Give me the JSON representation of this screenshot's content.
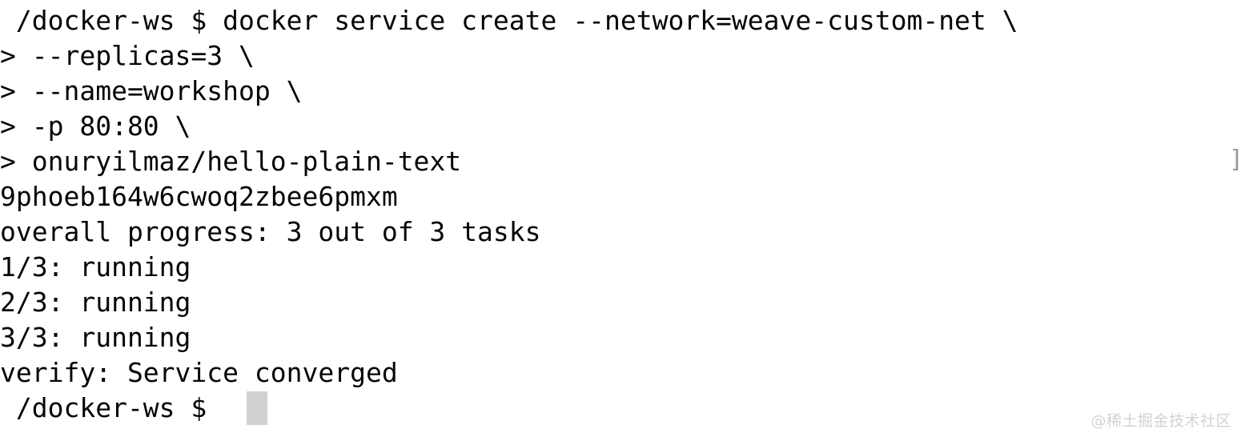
{
  "terminal": {
    "background_color": "#ffffff",
    "text_color": "#050505",
    "cursor_color": "#c9c9c9",
    "lines": [
      " /docker-ws $ docker service create --network=weave-custom-net \\",
      "> --replicas=3 \\",
      "> --name=workshop \\",
      "> -p 80:80 \\",
      "> onuryilmaz/hello-plain-text",
      "9phoeb164w6cwoq2zbee6pmxm",
      "overall progress: 3 out of 3 tasks",
      "1/3: running",
      "2/3: running",
      "3/3: running",
      "verify: Service converged",
      " /docker-ws $ "
    ],
    "edge_marker": "]"
  },
  "watermark": {
    "text": "@稀土掘金技术社区",
    "color": "#d2d2d2"
  }
}
